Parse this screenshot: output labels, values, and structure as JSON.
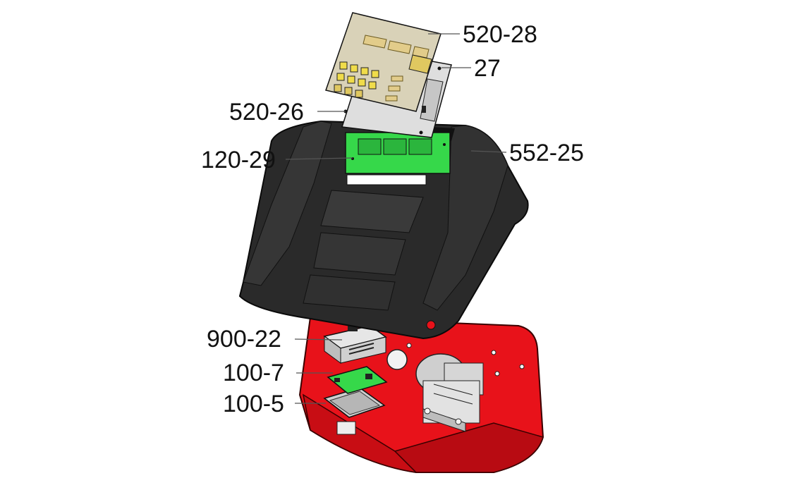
{
  "diagram": {
    "callouts": [
      {
        "id": "part-520-28",
        "label": "520-28"
      },
      {
        "id": "part-27",
        "label": "27"
      },
      {
        "id": "part-520-26",
        "label": "520-26"
      },
      {
        "id": "part-120-29",
        "label": "120-29"
      },
      {
        "id": "part-552-25",
        "label": "552-25"
      },
      {
        "id": "part-900-22",
        "label": "900-22"
      },
      {
        "id": "part-100-7",
        "label": "100-7"
      },
      {
        "id": "part-100-5",
        "label": "100-5"
      }
    ],
    "colors": {
      "base_red": "#e8121a",
      "cover_black": "#2a2a2a",
      "pcb_green": "#36d84a",
      "panel_gray": "#dedede",
      "overlay_beige": "#d9d2b8",
      "leader": "#555555"
    }
  }
}
